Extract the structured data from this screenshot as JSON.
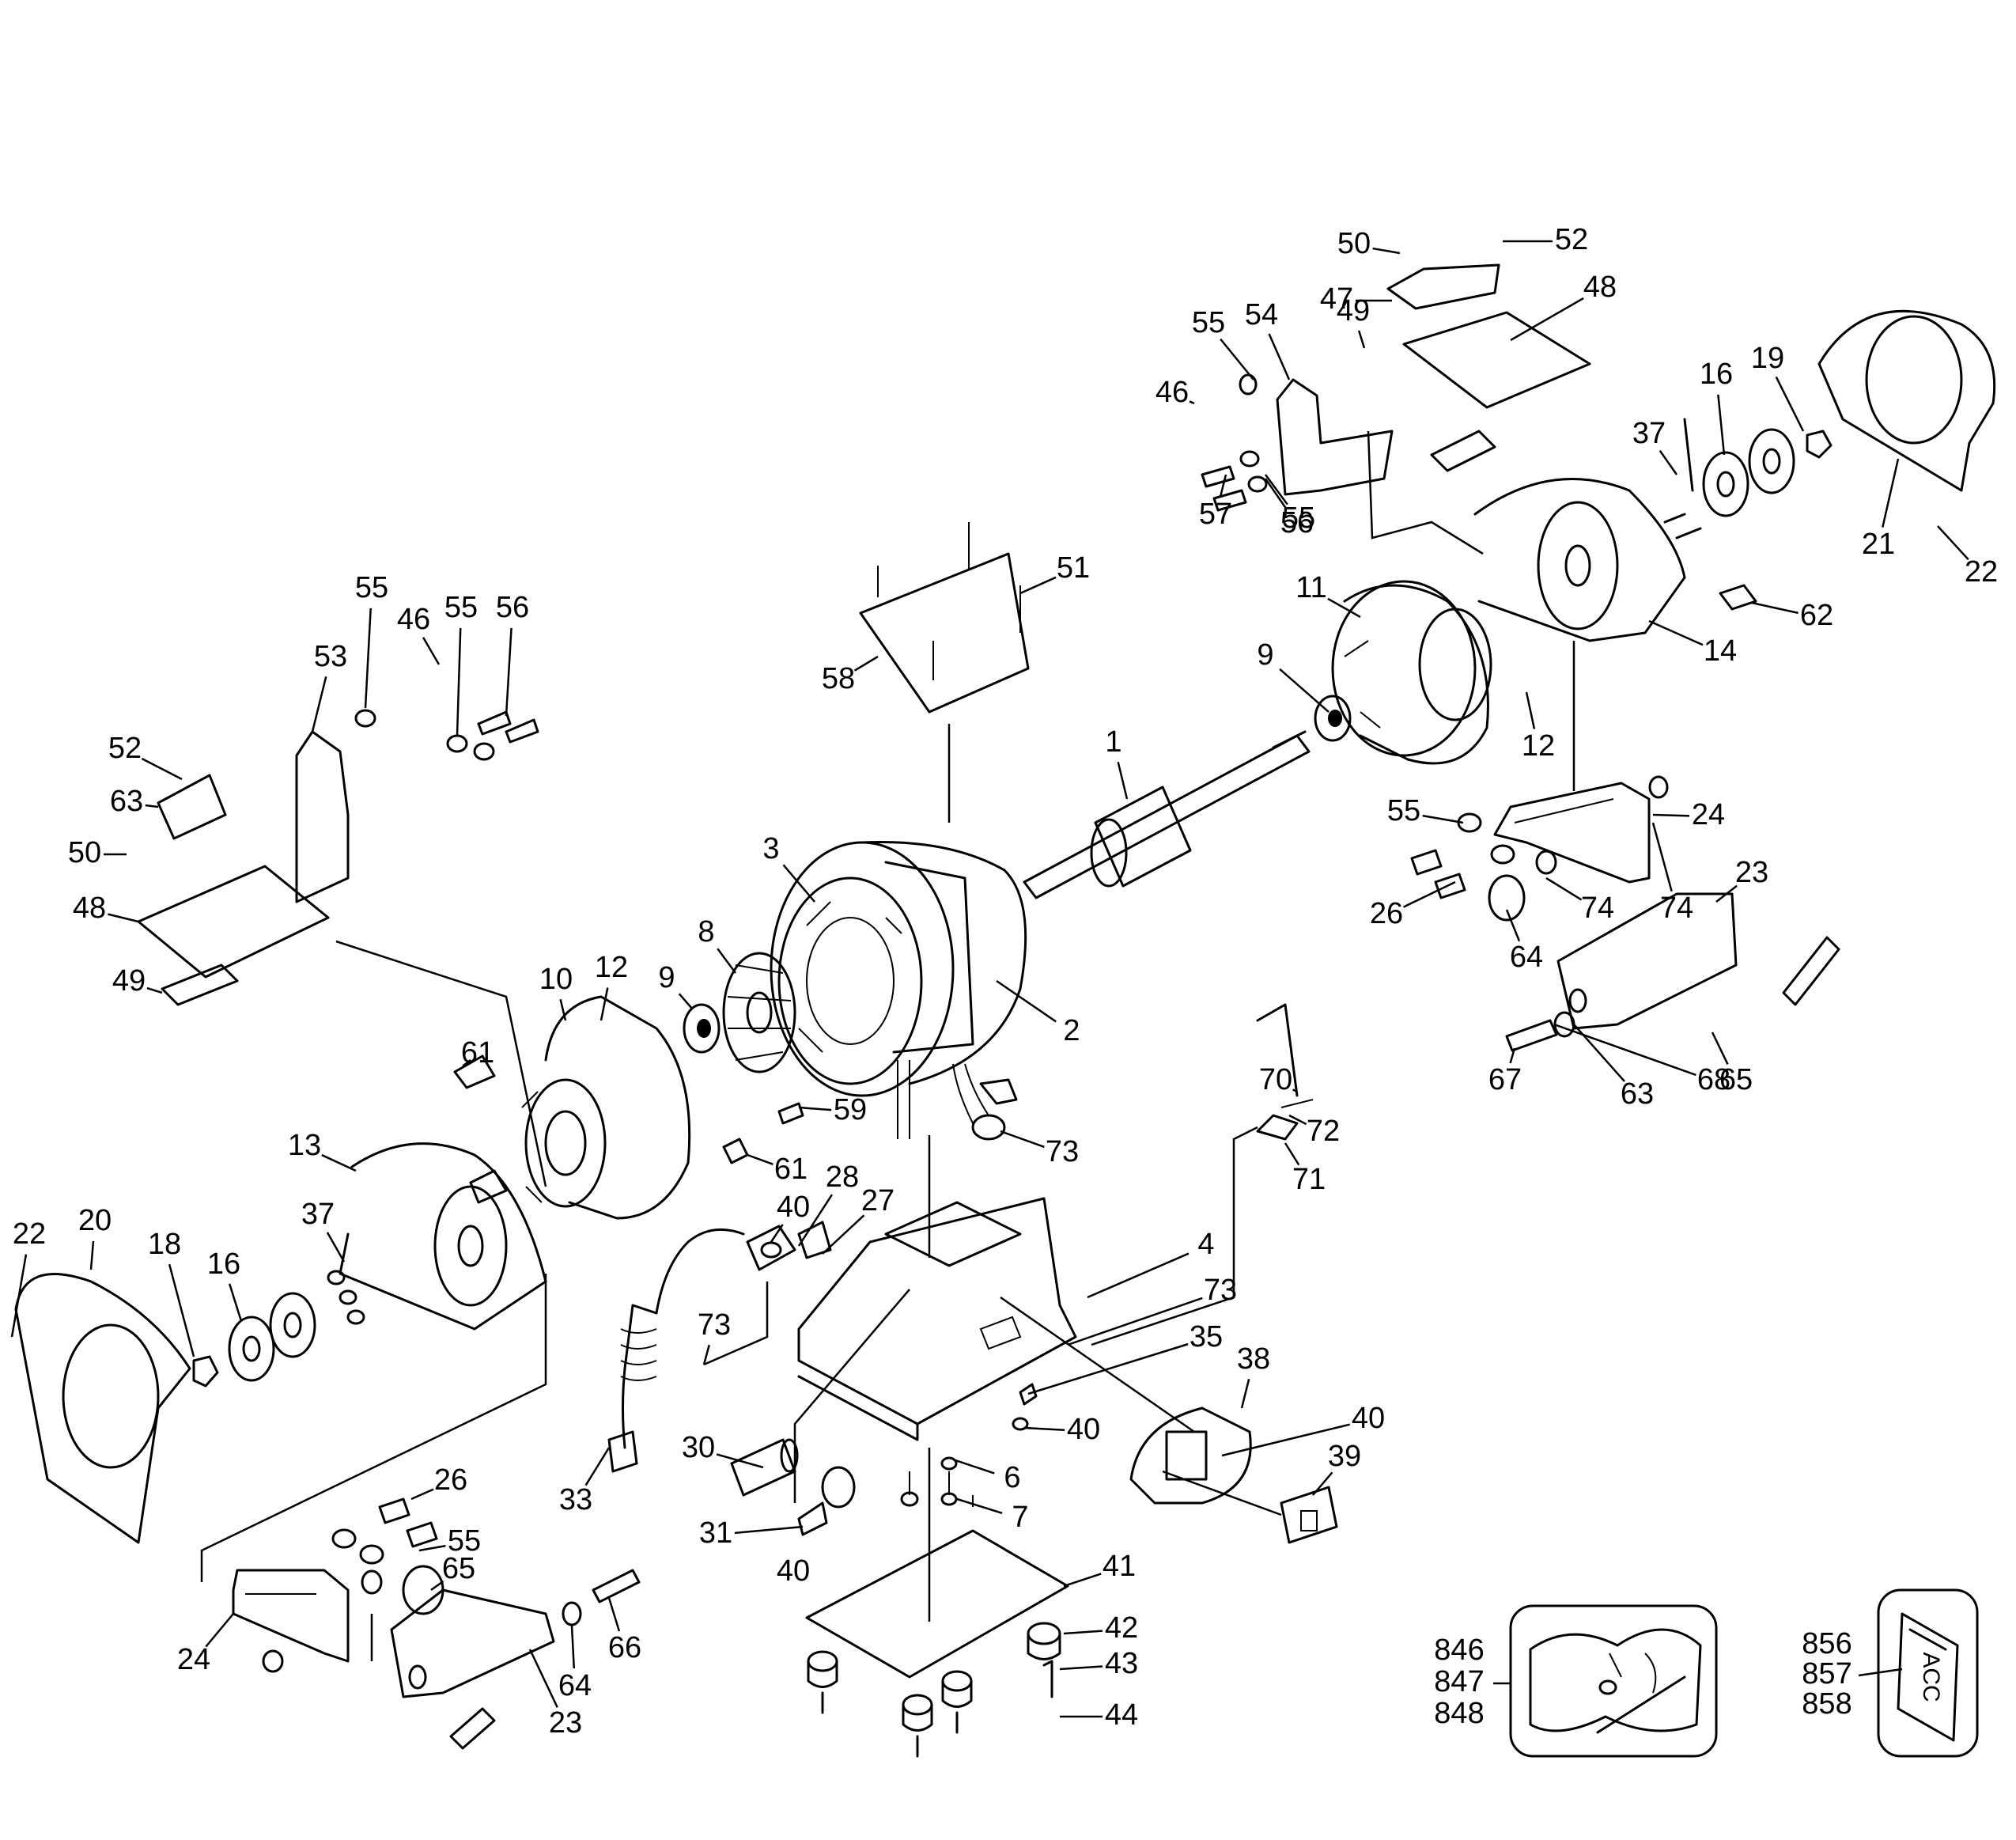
{
  "callouts": [
    "1",
    "2",
    "3",
    "4",
    "6",
    "7",
    "8",
    "9",
    "9",
    "10",
    "11",
    "12",
    "12",
    "13",
    "14",
    "16",
    "16",
    "18",
    "19",
    "20",
    "21",
    "22",
    "22",
    "23",
    "23",
    "24",
    "24",
    "26",
    "26",
    "27",
    "28",
    "30",
    "31",
    "33",
    "35",
    "37",
    "37",
    "38",
    "39",
    "40",
    "40",
    "40",
    "40",
    "41",
    "42",
    "43",
    "44",
    "46",
    "46",
    "47",
    "48",
    "48",
    "49",
    "49",
    "50",
    "50",
    "51",
    "52",
    "52",
    "53",
    "54",
    "55",
    "55",
    "55",
    "55",
    "55",
    "55",
    "56",
    "56",
    "57",
    "58",
    "59",
    "61",
    "61",
    "62",
    "63",
    "63",
    "64",
    "64",
    "65",
    "65",
    "66",
    "67",
    "68",
    "70",
    "71",
    "72",
    "73",
    "73",
    "73",
    "74",
    "74"
  ],
  "kits": {
    "hardware_bag": [
      "846",
      "847",
      "848"
    ],
    "accessory_pack": [
      "856",
      "857",
      "858"
    ],
    "accessory_pack_text": "ACC"
  }
}
